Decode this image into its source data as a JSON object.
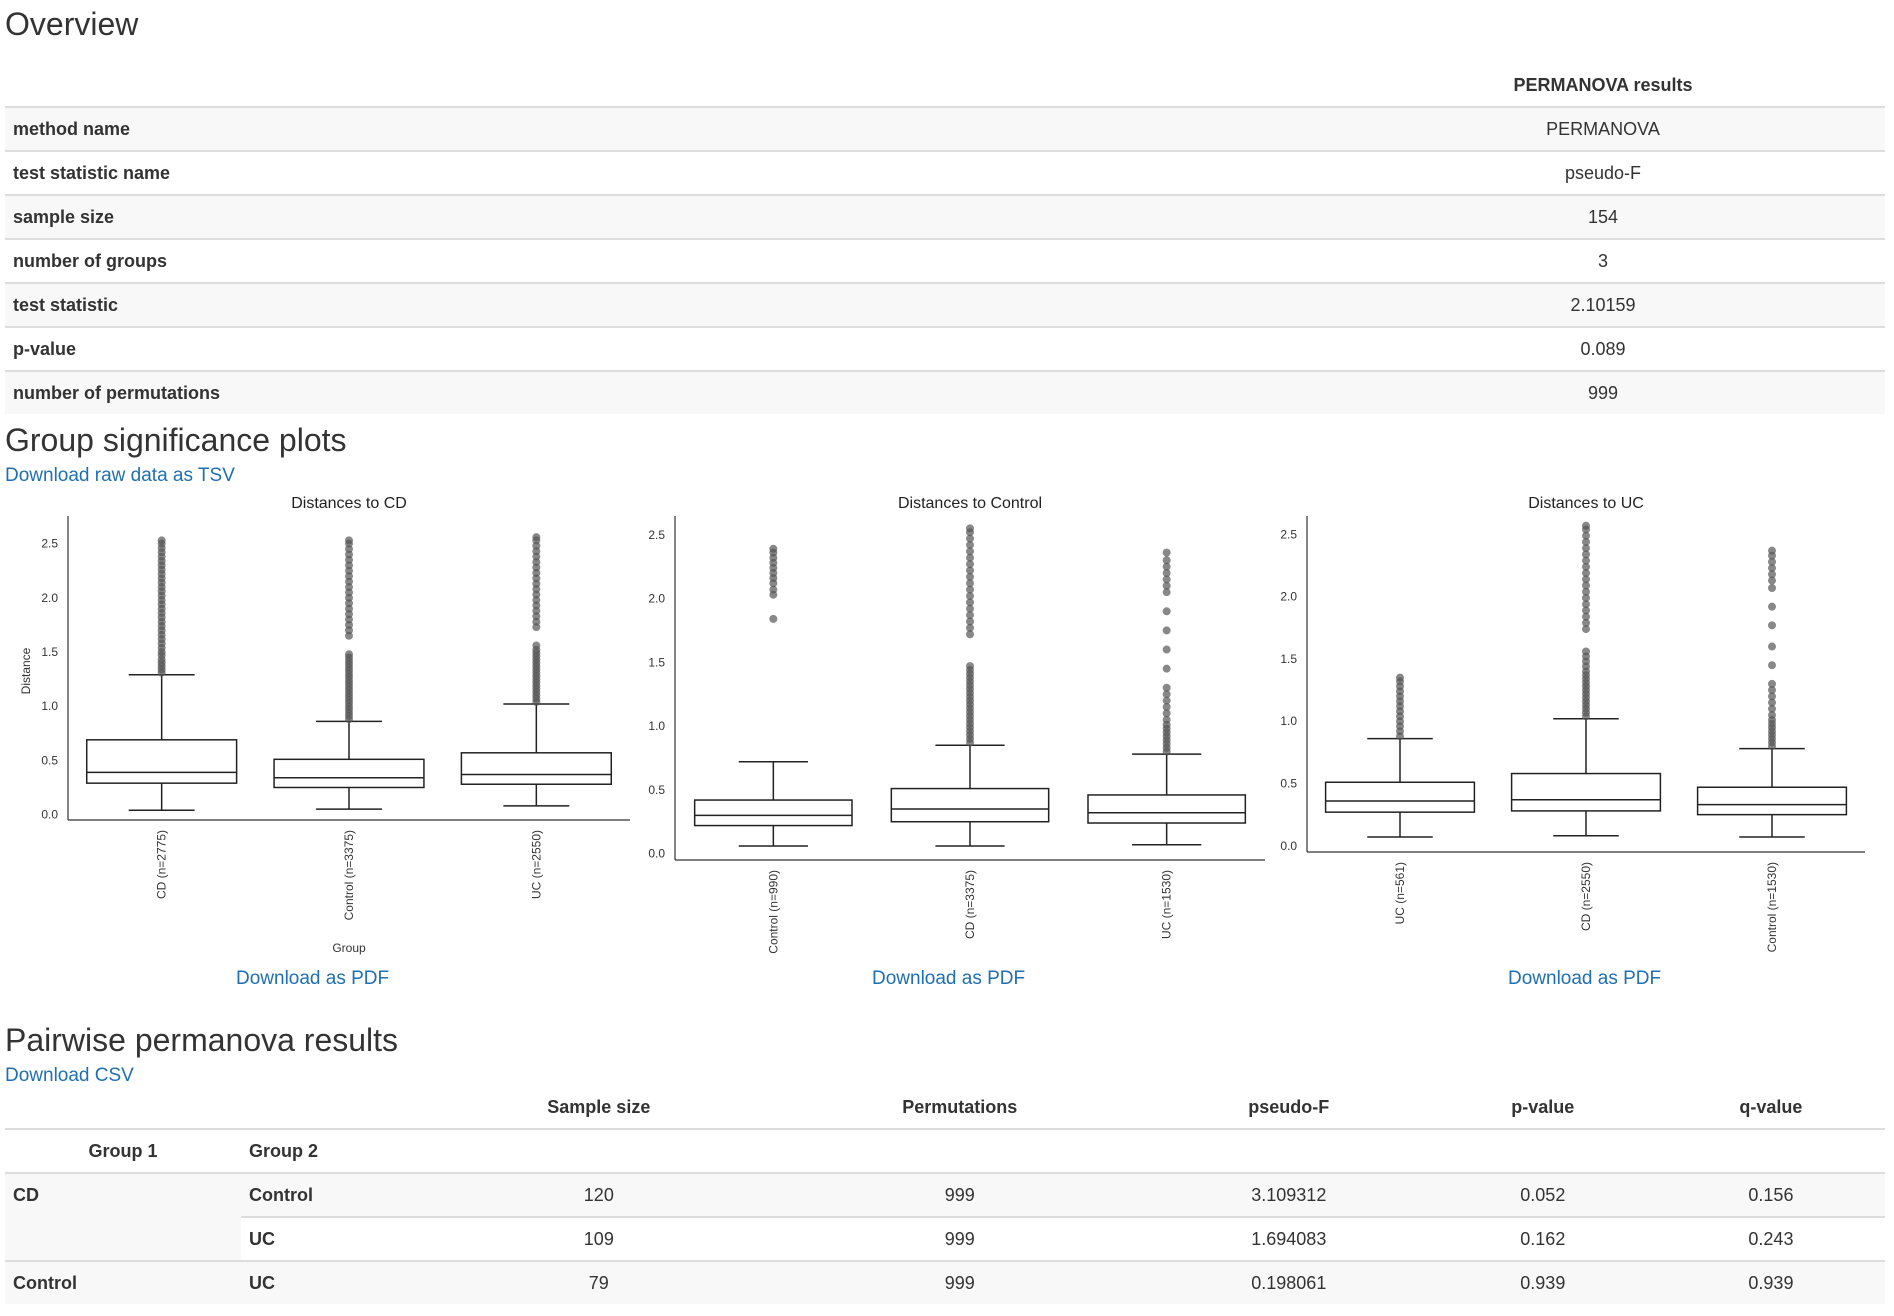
{
  "overview": {
    "heading": "Overview",
    "column_header": "PERMANOVA results",
    "rows": [
      {
        "label": "method name",
        "value": "PERMANOVA"
      },
      {
        "label": "test statistic name",
        "value": "pseudo-F"
      },
      {
        "label": "sample size",
        "value": "154"
      },
      {
        "label": "number of groups",
        "value": "3"
      },
      {
        "label": "test statistic",
        "value": "2.10159"
      },
      {
        "label": "p-value",
        "value": "0.089"
      },
      {
        "label": "number of permutations",
        "value": "999"
      }
    ]
  },
  "group_significance": {
    "heading": "Group significance plots",
    "download_raw": "Download raw data as TSV",
    "download_pdf": "Download as PDF"
  },
  "pairwise": {
    "heading": "Pairwise permanova results",
    "download_csv": "Download CSV",
    "columns": [
      "Sample size",
      "Permutations",
      "pseudo-F",
      "p-value",
      "q-value"
    ],
    "index_names": [
      "Group 1",
      "Group 2"
    ],
    "rows": [
      {
        "group1": "CD",
        "group2": "Control",
        "values": [
          "120",
          "999",
          "3.109312",
          "0.052",
          "0.156"
        ]
      },
      {
        "group1": "",
        "group2": "UC",
        "values": [
          "109",
          "999",
          "1.694083",
          "0.162",
          "0.243"
        ]
      },
      {
        "group1": "Control",
        "group2": "UC",
        "values": [
          "79",
          "999",
          "0.198061",
          "0.939",
          "0.939"
        ]
      }
    ]
  },
  "chart_data": [
    {
      "type": "box",
      "title": "Distances to CD",
      "xlabel": "Group",
      "ylabel": "Distance",
      "ylim": [
        -0.05,
        2.7
      ],
      "yticks": [
        "0.0",
        "0.5",
        "1.0",
        "1.5",
        "2.0",
        "2.5"
      ],
      "categories": [
        "CD (n=2775)",
        "Control (n=3375)",
        "UC (n=2550)"
      ],
      "boxes": [
        {
          "whislo": 0.04,
          "q1": 0.29,
          "med": 0.39,
          "q3": 0.69,
          "whishi": 1.29,
          "fliers": [
            1.31,
            1.34,
            1.37,
            1.4,
            1.43,
            1.47,
            1.5,
            1.54,
            1.58,
            1.62,
            1.66,
            1.7,
            1.74,
            1.78,
            1.82,
            1.86,
            1.9,
            1.94,
            1.98,
            2.02,
            2.06,
            2.1,
            2.14,
            2.18,
            2.22,
            2.26,
            2.3,
            2.34,
            2.38,
            2.42,
            2.46,
            2.5,
            2.53
          ]
        },
        {
          "whislo": 0.05,
          "q1": 0.25,
          "med": 0.34,
          "q3": 0.51,
          "whishi": 0.86,
          "fliers": [
            0.88,
            0.91,
            0.94,
            0.97,
            1.0,
            1.03,
            1.06,
            1.09,
            1.12,
            1.15,
            1.18,
            1.21,
            1.24,
            1.27,
            1.3,
            1.33,
            1.36,
            1.39,
            1.42,
            1.45,
            1.48,
            1.65,
            1.7,
            1.75,
            1.8,
            1.85,
            1.9,
            1.95,
            2.0,
            2.05,
            2.1,
            2.15,
            2.2,
            2.25,
            2.3,
            2.35,
            2.4,
            2.45,
            2.5,
            2.53
          ]
        },
        {
          "whislo": 0.08,
          "q1": 0.28,
          "med": 0.37,
          "q3": 0.57,
          "whishi": 1.02,
          "fliers": [
            1.04,
            1.07,
            1.1,
            1.13,
            1.16,
            1.19,
            1.22,
            1.25,
            1.28,
            1.31,
            1.34,
            1.37,
            1.4,
            1.43,
            1.46,
            1.49,
            1.52,
            1.56,
            1.73,
            1.78,
            1.83,
            1.88,
            1.93,
            1.98,
            2.03,
            2.08,
            2.13,
            2.18,
            2.23,
            2.28,
            2.33,
            2.38,
            2.43,
            2.48,
            2.53,
            2.56
          ]
        }
      ]
    },
    {
      "type": "box",
      "title": "Distances to Control",
      "xlabel": "",
      "ylabel": "Distance",
      "ylim": [
        -0.05,
        2.6
      ],
      "yticks": [
        "0.0",
        "0.5",
        "1.0",
        "1.5",
        "2.0",
        "2.5"
      ],
      "categories": [
        "Control (n=990)",
        "CD (n=3375)",
        "UC (n=1530)"
      ],
      "boxes": [
        {
          "whislo": 0.06,
          "q1": 0.22,
          "med": 0.3,
          "q3": 0.42,
          "whishi": 0.72,
          "fliers": [
            1.84,
            2.03,
            2.07,
            2.12,
            2.16,
            2.2,
            2.24,
            2.28,
            2.32,
            2.36,
            2.39
          ]
        },
        {
          "whislo": 0.06,
          "q1": 0.25,
          "med": 0.35,
          "q3": 0.51,
          "whishi": 0.85,
          "fliers": [
            0.87,
            0.9,
            0.93,
            0.96,
            0.99,
            1.02,
            1.05,
            1.08,
            1.11,
            1.14,
            1.17,
            1.2,
            1.23,
            1.26,
            1.29,
            1.32,
            1.35,
            1.38,
            1.41,
            1.44,
            1.47,
            1.72,
            1.77,
            1.82,
            1.87,
            1.92,
            1.97,
            2.02,
            2.07,
            2.12,
            2.17,
            2.22,
            2.27,
            2.32,
            2.37,
            2.42,
            2.47,
            2.52,
            2.55
          ]
        },
        {
          "whislo": 0.07,
          "q1": 0.24,
          "med": 0.32,
          "q3": 0.46,
          "whishi": 0.78,
          "fliers": [
            0.8,
            0.83,
            0.86,
            0.89,
            0.92,
            0.95,
            0.98,
            1.01,
            1.05,
            1.1,
            1.15,
            1.2,
            1.25,
            1.3,
            1.45,
            1.6,
            1.75,
            1.9,
            2.05,
            2.1,
            2.15,
            2.2,
            2.25,
            2.3,
            2.36
          ]
        }
      ]
    },
    {
      "type": "box",
      "title": "Distances to UC",
      "xlabel": "",
      "ylabel": "Distance",
      "ylim": [
        -0.05,
        2.6
      ],
      "yticks": [
        "0.0",
        "0.5",
        "1.0",
        "1.5",
        "2.0",
        "2.5"
      ],
      "categories": [
        "UC (n=561)",
        "CD (n=2550)",
        "Control (n=1530)"
      ],
      "boxes": [
        {
          "whislo": 0.07,
          "q1": 0.27,
          "med": 0.36,
          "q3": 0.51,
          "whishi": 0.86,
          "fliers": [
            0.88,
            0.92,
            0.96,
            1.0,
            1.04,
            1.08,
            1.12,
            1.16,
            1.2,
            1.24,
            1.28,
            1.32,
            1.35
          ]
        },
        {
          "whislo": 0.08,
          "q1": 0.28,
          "med": 0.37,
          "q3": 0.58,
          "whishi": 1.02,
          "fliers": [
            1.04,
            1.07,
            1.1,
            1.13,
            1.16,
            1.19,
            1.22,
            1.25,
            1.28,
            1.31,
            1.34,
            1.37,
            1.4,
            1.44,
            1.48,
            1.52,
            1.56,
            1.74,
            1.79,
            1.84,
            1.89,
            1.94,
            1.99,
            2.04,
            2.09,
            2.14,
            2.19,
            2.24,
            2.29,
            2.34,
            2.39,
            2.44,
            2.49,
            2.54,
            2.57
          ]
        },
        {
          "whislo": 0.07,
          "q1": 0.25,
          "med": 0.33,
          "q3": 0.47,
          "whishi": 0.78,
          "fliers": [
            0.8,
            0.83,
            0.86,
            0.89,
            0.92,
            0.95,
            0.98,
            1.01,
            1.05,
            1.1,
            1.15,
            1.2,
            1.25,
            1.3,
            1.45,
            1.6,
            1.77,
            1.92,
            2.07,
            2.13,
            2.18,
            2.23,
            2.28,
            2.33,
            2.37
          ]
        }
      ]
    }
  ]
}
